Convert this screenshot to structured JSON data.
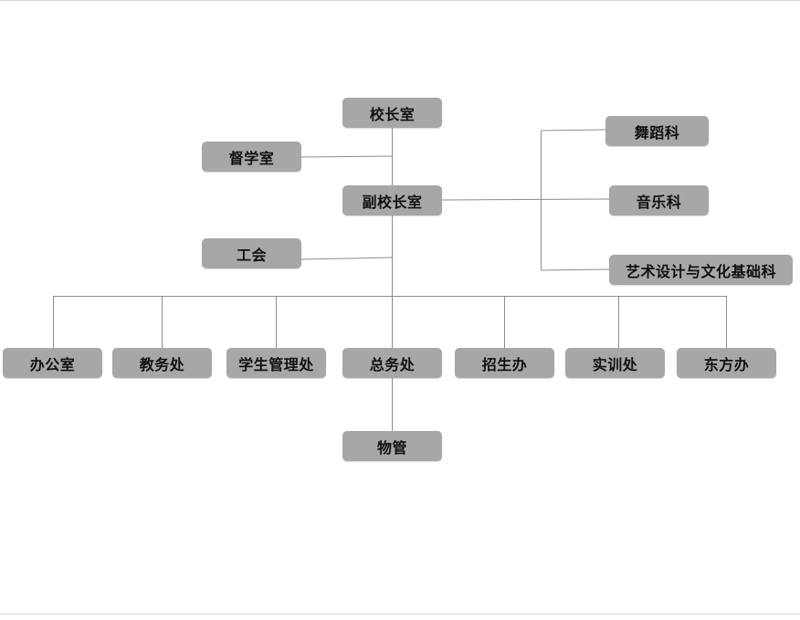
{
  "chart": {
    "principal": "校长室",
    "supervision": "督学室",
    "vice_principal": "副校长室",
    "union": "工会",
    "departments": {
      "dance": "舞蹈科",
      "music": "音乐科",
      "art_design": "艺术设计与文化基础科"
    },
    "offices": [
      "办公室",
      "教务处",
      "学生管理处",
      "总务处",
      "招生办",
      "实训处",
      "东方办"
    ],
    "property": "物管"
  },
  "colors": {
    "node_fill": "#a9a6a6",
    "connector": "#8c8c8c",
    "text": "#111111"
  }
}
